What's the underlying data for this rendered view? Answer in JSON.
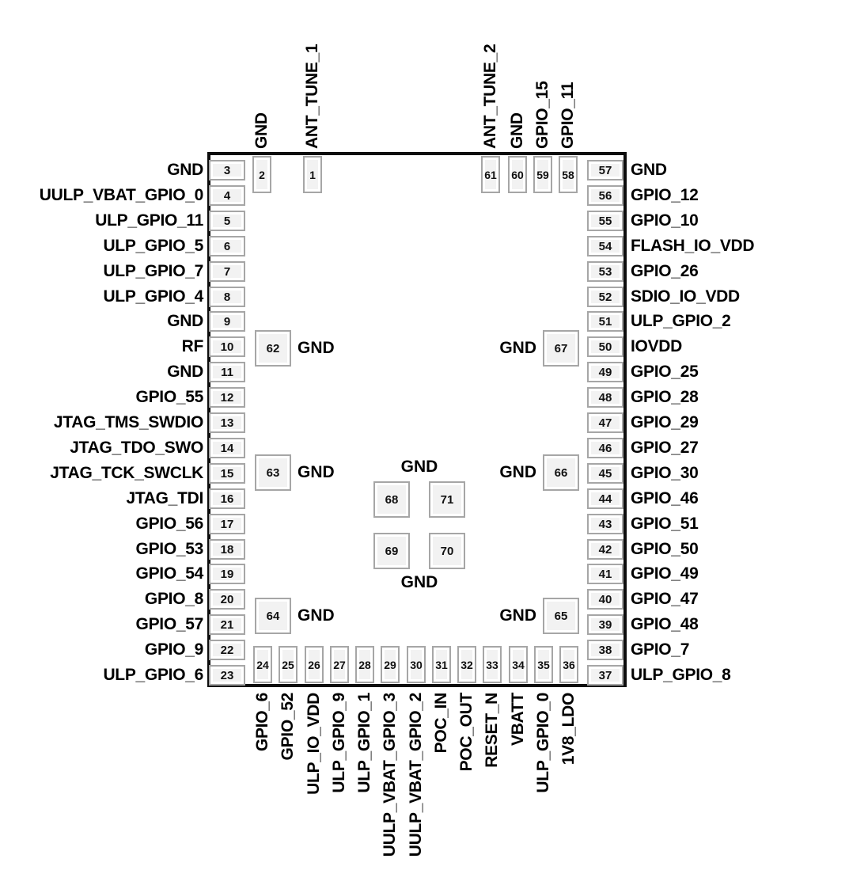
{
  "diagram": {
    "type": "ic-package-pinout",
    "colors": {
      "background": "#ffffff",
      "package_border": "#0d0d0d",
      "pin_fill": "#f2f2f2",
      "pin_border": "#a6a6a6",
      "text": "#000000"
    },
    "left_pins": [
      {
        "num": "3",
        "label": "GND"
      },
      {
        "num": "4",
        "label": "UULP_VBAT_GPIO_0"
      },
      {
        "num": "5",
        "label": "ULP_GPIO_11"
      },
      {
        "num": "6",
        "label": "ULP_GPIO_5"
      },
      {
        "num": "7",
        "label": "ULP_GPIO_7"
      },
      {
        "num": "8",
        "label": "ULP_GPIO_4"
      },
      {
        "num": "9",
        "label": "GND"
      },
      {
        "num": "10",
        "label": "RF"
      },
      {
        "num": "11",
        "label": "GND"
      },
      {
        "num": "12",
        "label": "GPIO_55"
      },
      {
        "num": "13",
        "label": "JTAG_TMS_SWDIO"
      },
      {
        "num": "14",
        "label": "JTAG_TDO_SWO"
      },
      {
        "num": "15",
        "label": "JTAG_TCK_SWCLK"
      },
      {
        "num": "16",
        "label": "JTAG_TDI"
      },
      {
        "num": "17",
        "label": "GPIO_56"
      },
      {
        "num": "18",
        "label": "GPIO_53"
      },
      {
        "num": "19",
        "label": "GPIO_54"
      },
      {
        "num": "20",
        "label": "GPIO_8"
      },
      {
        "num": "21",
        "label": "GPIO_57"
      },
      {
        "num": "22",
        "label": "GPIO_9"
      },
      {
        "num": "23",
        "label": "ULP_GPIO_6"
      }
    ],
    "right_pins": [
      {
        "num": "57",
        "label": "GND"
      },
      {
        "num": "56",
        "label": "GPIO_12"
      },
      {
        "num": "55",
        "label": "GPIO_10"
      },
      {
        "num": "54",
        "label": "FLASH_IO_VDD"
      },
      {
        "num": "53",
        "label": "GPIO_26"
      },
      {
        "num": "52",
        "label": "SDIO_IO_VDD"
      },
      {
        "num": "51",
        "label": "ULP_GPIO_2"
      },
      {
        "num": "50",
        "label": "IOVDD"
      },
      {
        "num": "49",
        "label": "GPIO_25"
      },
      {
        "num": "48",
        "label": "GPIO_28"
      },
      {
        "num": "47",
        "label": "GPIO_29"
      },
      {
        "num": "46",
        "label": "GPIO_27"
      },
      {
        "num": "45",
        "label": "GPIO_30"
      },
      {
        "num": "44",
        "label": "GPIO_46"
      },
      {
        "num": "43",
        "label": "GPIO_51"
      },
      {
        "num": "42",
        "label": "GPIO_50"
      },
      {
        "num": "41",
        "label": "GPIO_49"
      },
      {
        "num": "40",
        "label": "GPIO_47"
      },
      {
        "num": "39",
        "label": "GPIO_48"
      },
      {
        "num": "38",
        "label": "GPIO_7"
      },
      {
        "num": "37",
        "label": "ULP_GPIO_8"
      }
    ],
    "top_pins_left_group": [
      {
        "num": "2",
        "label": "GND"
      },
      {
        "num": "1",
        "label": "ANT_TUNE_1"
      }
    ],
    "top_pins_right_group": [
      {
        "num": "61",
        "label": "ANT_TUNE_2"
      },
      {
        "num": "60",
        "label": "GND"
      },
      {
        "num": "59",
        "label": "GPIO_15"
      },
      {
        "num": "58",
        "label": "GPIO_11"
      }
    ],
    "bottom_pins": [
      {
        "num": "24",
        "label": "GPIO_6"
      },
      {
        "num": "25",
        "label": "GPIO_52"
      },
      {
        "num": "26",
        "label": "ULP_IO_VDD"
      },
      {
        "num": "27",
        "label": "ULP_GPIO_9"
      },
      {
        "num": "28",
        "label": "ULP_GPIO_1"
      },
      {
        "num": "29",
        "label": "UULP_VBAT_GPIO_3"
      },
      {
        "num": "30",
        "label": "UULP_VBAT_GPIO_2"
      },
      {
        "num": "31",
        "label": "POC_IN"
      },
      {
        "num": "32",
        "label": "POC_OUT"
      },
      {
        "num": "33",
        "label": "RESET_N"
      },
      {
        "num": "34",
        "label": "VBATT"
      },
      {
        "num": "35",
        "label": "ULP_GPIO_0"
      },
      {
        "num": "36",
        "label": "1V8_LDO"
      }
    ],
    "inner_gnd_pads": {
      "left_column": [
        {
          "num": "62",
          "label": "GND"
        },
        {
          "num": "63",
          "label": "GND"
        },
        {
          "num": "64",
          "label": "GND"
        }
      ],
      "right_column": [
        {
          "num": "67",
          "label": "GND"
        },
        {
          "num": "66",
          "label": "GND"
        },
        {
          "num": "65",
          "label": "GND"
        }
      ]
    },
    "center_gnd_pads": {
      "top_label": "GND",
      "bottom_label": "GND",
      "rows": [
        [
          {
            "num": "68"
          },
          {
            "num": "71"
          }
        ],
        [
          {
            "num": "69"
          },
          {
            "num": "70"
          }
        ]
      ]
    }
  }
}
